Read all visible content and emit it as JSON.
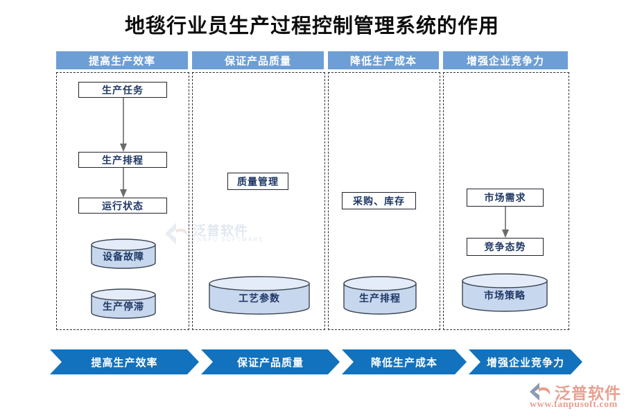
{
  "title": "地毯行业员生产过程控制管理系统的作用",
  "colors": {
    "header_bar": "#6d9ed6",
    "header_text": "#ffffff",
    "box_border": "#20212b",
    "box_text": "#1f3864",
    "cylinder_fill": "#c7d7ee",
    "cylinder_border": "#3a4450",
    "panel_border": "#2b2b2b",
    "chevron": "#1272bd",
    "title_text": "#0d0d0d",
    "logo": "#e8a090"
  },
  "columns": [
    {
      "header": "提高生产效率",
      "boxes": [
        "生产任务",
        "生产排程",
        "运行状态"
      ],
      "cylinders": [
        "设备故障",
        "生产停滞"
      ]
    },
    {
      "header": "保证产品质量",
      "boxes": [
        "质量管理"
      ],
      "cylinders": [
        "工艺参数"
      ]
    },
    {
      "header": "降低生产成本",
      "boxes": [
        "采购、库存"
      ],
      "cylinders": [
        "生产排程"
      ]
    },
    {
      "header": "增强企业竞争力",
      "boxes": [
        "市场需求",
        "竞争态势"
      ],
      "cylinders": [
        "市场策略"
      ]
    }
  ],
  "banner": [
    "提高生产效率",
    "保证产品质量",
    "降低生产成本",
    "增强企业竞争力"
  ],
  "watermark": {
    "text": "泛普软件",
    "subtext": "FANPU SOFTWARE"
  },
  "logo": {
    "text": "泛普软件",
    "url": "www.fanpusoft.com"
  }
}
